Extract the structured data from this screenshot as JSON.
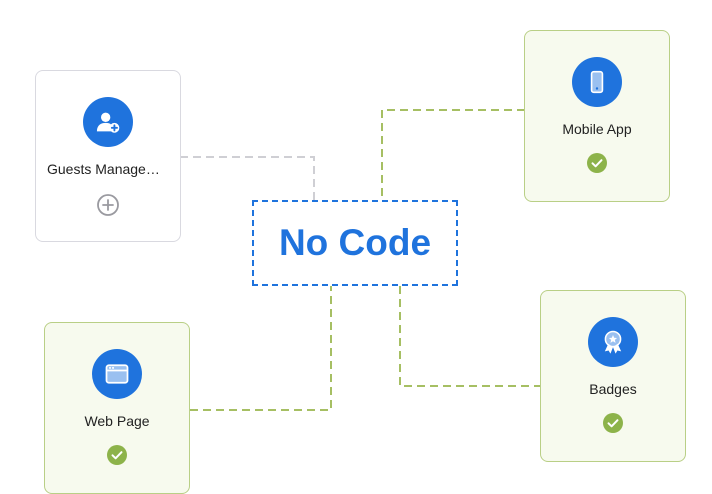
{
  "center": {
    "title": "No Code"
  },
  "nodes": {
    "guests": {
      "label": "Guests Management",
      "icon": "user-add-icon",
      "status": "add-circle-icon",
      "connected": false
    },
    "mobile": {
      "label": "Mobile App",
      "icon": "smartphone-icon",
      "status": "check-circle-icon",
      "connected": true
    },
    "web": {
      "label": "Web Page",
      "icon": "browser-window-icon",
      "status": "check-circle-icon",
      "connected": true
    },
    "badges": {
      "label": "Badges",
      "icon": "award-badge-icon",
      "status": "check-circle-icon",
      "connected": true
    }
  },
  "colors": {
    "accent": "#1f73dd",
    "connected_line": "#a6bf63",
    "connected_card_bg": "#f7faee",
    "connected_card_border": "#b9cf86",
    "disconnected_line": "#cfcfd4",
    "check_fill": "#8db34a",
    "add_icon": "#9a9aa0"
  }
}
